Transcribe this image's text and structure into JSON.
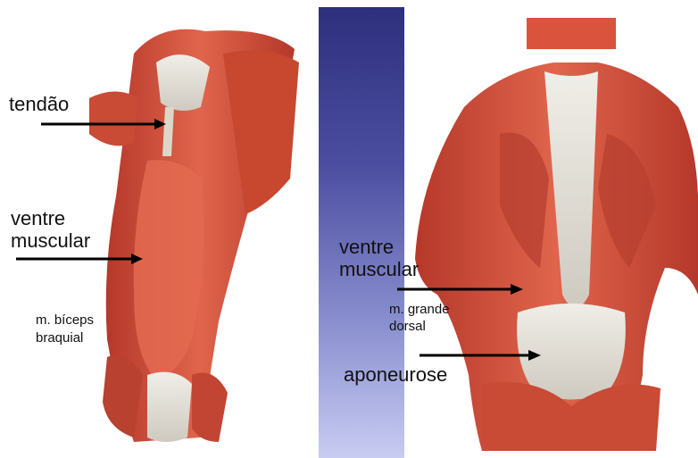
{
  "left_panel": {
    "tendon_label": "tendão",
    "belly_label_line1": "ventre",
    "belly_label_line2": "muscular",
    "muscle_name_line1": "m. bíceps",
    "muscle_name_line2": "braquial"
  },
  "right_panel": {
    "belly_label_line1": "ventre",
    "belly_label_line2": "muscular",
    "muscle_name_line1": "m. grande",
    "muscle_name_line2": "dorsal",
    "aponeurosis_label": "aponeurose"
  },
  "colors": {
    "muscle": "#d9533d",
    "muscle_dark": "#b5382a",
    "tendon": "#e6e3dc",
    "divider_top": "#2e2f7d",
    "divider_bottom": "#c8ccf2"
  }
}
